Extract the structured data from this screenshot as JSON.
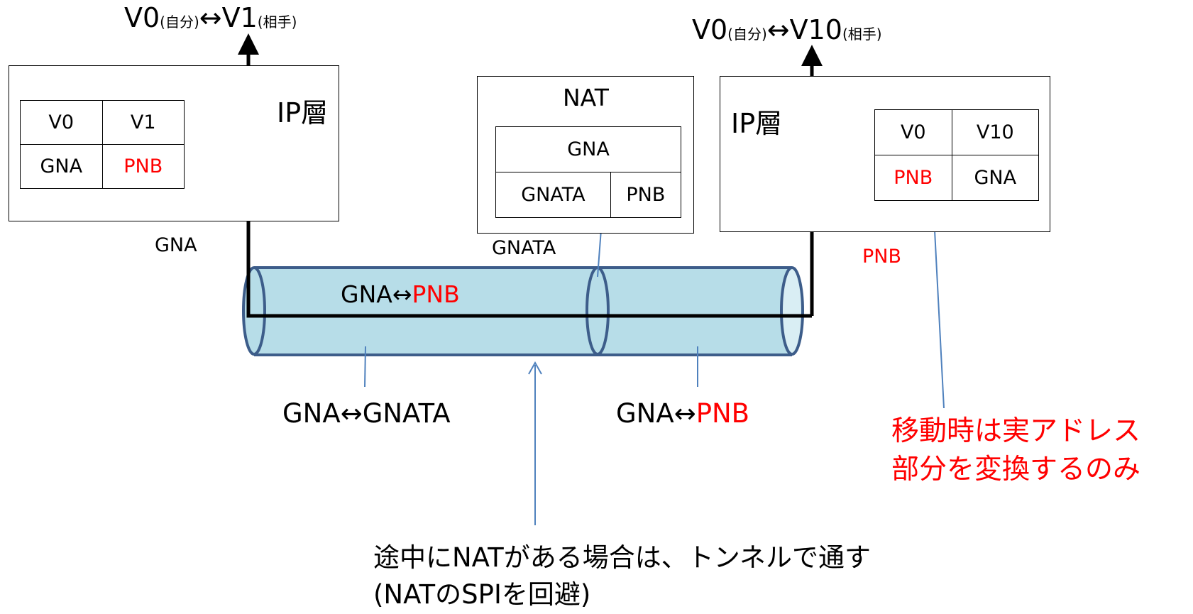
{
  "header_left": {
    "main1": "V0",
    "sub1": "(自分)",
    "arrow": "↔",
    "main2": "V1",
    "sub2": "(相手)"
  },
  "header_right": {
    "main1": "V0",
    "sub1": "(自分)",
    "arrow": "↔",
    "main2": "V10",
    "sub2": "(相手)"
  },
  "left_box": {
    "label": "IP層",
    "table": {
      "r1c1": "V0",
      "r1c2": "V1",
      "r2c1": "GNA",
      "r2c2": "PNB"
    },
    "under_label": "GNA"
  },
  "nat_box": {
    "label": "NAT",
    "table": {
      "top": "GNA",
      "bottom_left": "GNATA",
      "bottom_right": "PNB"
    },
    "under_label": "GNATA"
  },
  "right_box": {
    "label": "IP層",
    "table": {
      "r1c1": "V0",
      "r1c2": "V10",
      "r2c1": "PNB",
      "r2c2": "GNA"
    },
    "under_label": "PNB"
  },
  "tunnel": {
    "inner_label": {
      "left": "GNA",
      "arrow": "↔",
      "right": "PNB"
    },
    "left_label": {
      "left": "GNA",
      "arrow": "↔",
      "right": "GNATA"
    },
    "right_label": {
      "left": "GNA",
      "arrow": "↔",
      "right": "PNB"
    }
  },
  "note_red": {
    "line1": "移動時は実アドレス",
    "line2": "部分を変換するのみ"
  },
  "note_bottom": {
    "line1": "途中にNATがある場合は、トンネルで通す",
    "line2": "(NATのSPIを回避)"
  },
  "colors": {
    "accent_red": "#ff0000",
    "tunnel_fill": "#b7dde8",
    "tunnel_stroke": "#3d5d8a",
    "line_blue": "#4f81bd"
  }
}
